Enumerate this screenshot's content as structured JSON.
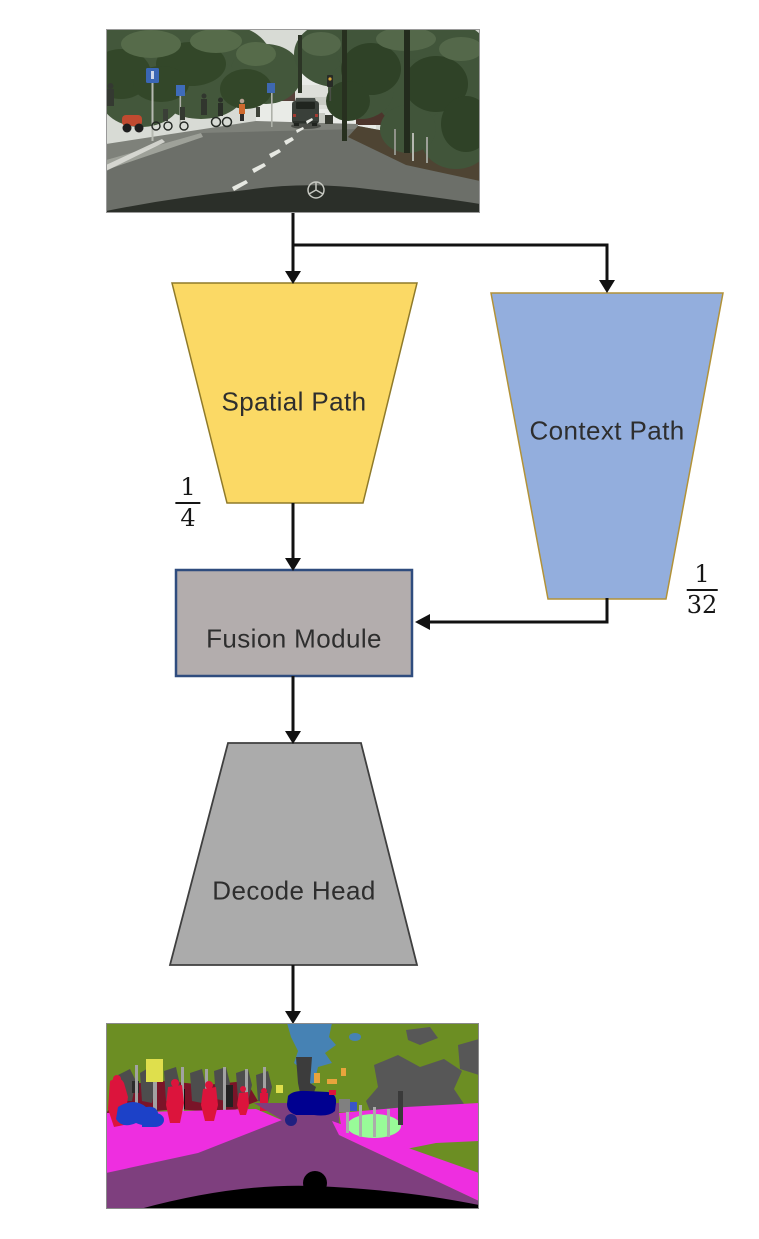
{
  "nodes": {
    "spatial": {
      "label": "Spatial Path"
    },
    "context": {
      "label": "Context Path"
    },
    "fusion": {
      "label": "Fusion Module"
    },
    "decode": {
      "label": "Decode Head"
    }
  },
  "fractions": {
    "spatial": {
      "numerator": "1",
      "denominator": "4"
    },
    "context": {
      "numerator": "1",
      "denominator": "32"
    }
  },
  "images": {
    "input": {
      "name": "street-scene-photo"
    },
    "output": {
      "name": "segmentation-map"
    }
  },
  "colors": {
    "spatial_fill": "#FBD965",
    "spatial_stroke": "#8F7A2A",
    "context_fill": "#93AEDD",
    "context_stroke": "#B29238",
    "fusion_fill": "#B3ADAD",
    "fusion_stroke": "#2F4C7E",
    "decode_fill": "#ABABAB",
    "decode_stroke": "#3F3F3F",
    "arrow": "#111111"
  }
}
